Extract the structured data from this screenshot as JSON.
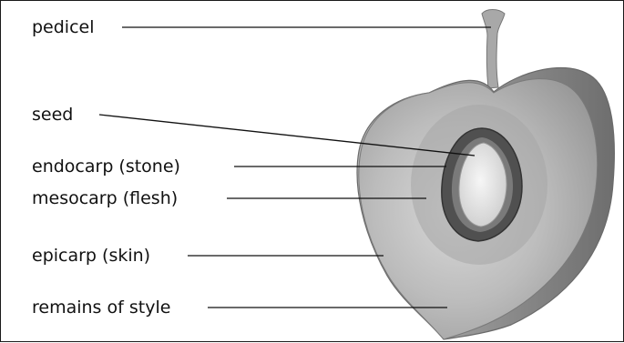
{
  "labels": {
    "pedicel": "pedicel",
    "seed": "seed",
    "endocarp": "endocarp (stone)",
    "mesocarp": "mesocarp (flesh)",
    "epicarp": "epicarp (skin)",
    "style": "remains of style"
  },
  "colors": {
    "border": "#1a1a1a",
    "text": "#111111",
    "fruit_skin": "#8e8e8e",
    "fruit_flesh": "#bdbdbd",
    "stone": "#4d4d4d",
    "seed": "#e7e7e7"
  }
}
